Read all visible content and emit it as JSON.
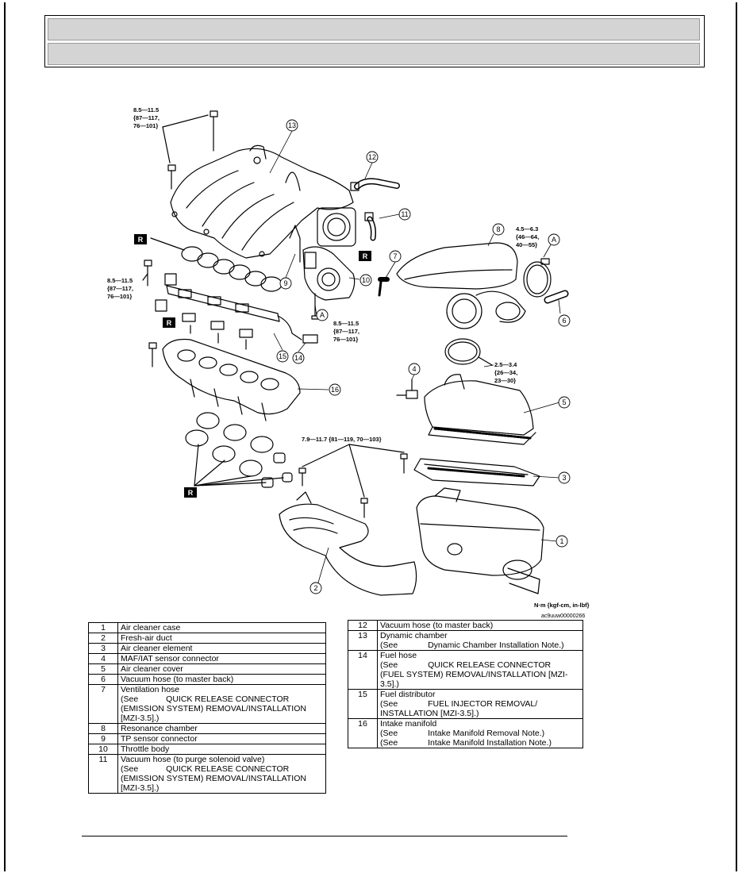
{
  "diagram": {
    "callouts": [
      "1",
      "2",
      "3",
      "4",
      "5",
      "6",
      "7",
      "8",
      "9",
      "10",
      "11",
      "12",
      "13",
      "14",
      "15",
      "16"
    ],
    "letter_marks": [
      "A",
      "A"
    ],
    "replace_mark": "R",
    "torque_specs": {
      "t1": [
        "8.5—11.5",
        "{87—117,",
        "76—101}"
      ],
      "t2": [
        "8.5—11.5",
        "{87—117,",
        "76—101}"
      ],
      "t3": [
        "8.5—11.5",
        "{87—117,",
        "76—101}"
      ],
      "t4": [
        "4.5—6.3",
        "{46—64,",
        "40—55}"
      ],
      "t5": [
        "2.5—3.4",
        "{26—34,",
        "23—30}"
      ],
      "t6": "7.9—11.7 {81—119, 70—103}"
    },
    "units_note": "N·m {kgf-cm, in-lbf}",
    "figure_code": "ac9uuw00000266"
  },
  "legend_left": [
    {
      "num": "1",
      "lines": [
        "Air cleaner case"
      ]
    },
    {
      "num": "2",
      "lines": [
        "Fresh-air duct"
      ]
    },
    {
      "num": "3",
      "lines": [
        "Air cleaner element"
      ]
    },
    {
      "num": "4",
      "lines": [
        "MAF/IAT sensor connector"
      ]
    },
    {
      "num": "5",
      "lines": [
        "Air cleaner cover"
      ]
    },
    {
      "num": "6",
      "lines": [
        "Vacuum hose (to master back)"
      ]
    },
    {
      "num": "7",
      "lines": [
        "Ventilation hose",
        "(See            QUICK RELEASE CONNECTOR",
        "(EMISSION SYSTEM) REMOVAL/INSTALLATION",
        "[MZI-3.5].)"
      ]
    },
    {
      "num": "8",
      "lines": [
        "Resonance chamber"
      ]
    },
    {
      "num": "9",
      "lines": [
        "TP sensor connector"
      ]
    },
    {
      "num": "10",
      "lines": [
        "Throttle body"
      ]
    },
    {
      "num": "11",
      "lines": [
        "Vacuum hose (to purge solenoid valve)",
        "(See            QUICK RELEASE CONNECTOR",
        "(EMISSION SYSTEM) REMOVAL/INSTALLATION",
        "[MZI-3.5].)"
      ]
    }
  ],
  "legend_right": [
    {
      "num": "12",
      "lines": [
        "Vacuum hose (to master back)"
      ]
    },
    {
      "num": "13",
      "lines": [
        "Dynamic chamber",
        "(See             Dynamic Chamber Installation Note.)"
      ]
    },
    {
      "num": "14",
      "lines": [
        "Fuel hose",
        "(See             QUICK RELEASE CONNECTOR",
        "(FUEL SYSTEM) REMOVAL/INSTALLATION [MZI-",
        "3.5].)"
      ]
    },
    {
      "num": "15",
      "lines": [
        "Fuel distributor",
        "(See             FUEL INJECTOR REMOVAL/",
        "INSTALLATION [MZI-3.5].)"
      ]
    },
    {
      "num": "16",
      "lines": [
        "Intake manifold",
        "(See             Intake Manifold Removal Note.)",
        "(See             Intake Manifold Installation Note.)"
      ]
    }
  ]
}
